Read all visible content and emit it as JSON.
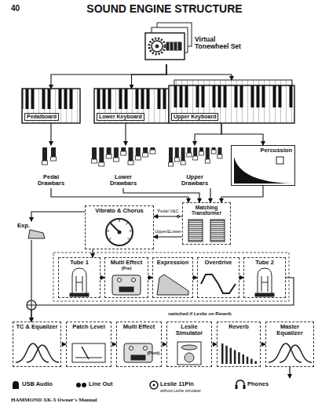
{
  "diagram": {
    "title": "SOUND ENGINE STRUCTURE",
    "nodes": [
      {
        "text": [
          "Virtual Tonewheel Set"
        ]
      },
      {
        "text": [
          "Pedalboard"
        ]
      },
      {
        "text": [
          "Lower Keyboard"
        ]
      },
      {
        "text": [
          "Upper Keyboard"
        ]
      },
      {
        "text": [
          "Pedal Drawbars"
        ]
      },
      {
        "text": [
          "Lower Drawbars"
        ]
      },
      {
        "text": [
          "Upper Drawbars"
        ]
      },
      {
        "text": [
          "Percussion"
        ]
      },
      {
        "text": [
          "Matching Transformer"
        ]
      },
      {
        "text": [
          "Vibrato & Chorus"
        ]
      },
      {
        "text": [
          "Exp."
        ]
      },
      {
        "text": [
          "Tube 1"
        ]
      },
      {
        "text": [
          "Multi Effect",
          "(Pre)"
        ]
      },
      {
        "text": [
          "Expression"
        ]
      },
      {
        "text": [
          "Overdrive"
        ]
      },
      {
        "text": [
          "Tube 2"
        ]
      },
      {
        "text": [
          "TC & Equalizer"
        ]
      },
      {
        "text": [
          "Patch Level"
        ]
      },
      {
        "text": [
          "Multi Effect",
          "(Post)"
        ]
      },
      {
        "text": [
          "Leslie Simulator"
        ]
      },
      {
        "text": [
          "Reverb"
        ]
      },
      {
        "text": [
          "Master Equalizer"
        ]
      }
    ],
    "edges": [
      {
        "from": 0,
        "to": 1,
        "arrow": "to"
      },
      {
        "from": 0,
        "to": 2,
        "arrow": "to"
      },
      {
        "from": 0,
        "to": 3,
        "arrow": "to"
      },
      {
        "from": 1,
        "to": 4,
        "arrow": "to"
      },
      {
        "from": 2,
        "to": 5,
        "arrow": "to"
      },
      {
        "from": 3,
        "to": 6,
        "arrow": "to"
      },
      {
        "from": 3,
        "to": 7,
        "arrow": "to"
      },
      {
        "from": 4,
        "to": 8,
        "arrow": "to"
      },
      {
        "from": 5,
        "to": 8,
        "arrow": "to"
      },
      {
        "from": 6,
        "to": 8,
        "arrow": "to"
      },
      {
        "from": 7,
        "to": 8,
        "arrow": "to"
      },
      {
        "from": 8,
        "to": 9,
        "label": "Pedal V&C",
        "arrow": "to"
      },
      {
        "from": 8,
        "to": 9,
        "label": "Upper&Lower",
        "arrow": "to"
      },
      {
        "from": 9,
        "to": 10,
        "arrow": "to"
      },
      {
        "from": 9,
        "to": 11,
        "arrow": "to"
      },
      {
        "from": 11,
        "to": 12,
        "arrow": "to"
      },
      {
        "from": 12,
        "to": 13,
        "arrow": "to"
      },
      {
        "from": 13,
        "to": 14,
        "arrow": "to"
      },
      {
        "from": 14,
        "to": 15,
        "arrow": "to"
      },
      {
        "from": 10,
        "to": 16,
        "arrow": "to"
      },
      {
        "from": 15,
        "to": 16,
        "arrow": "to"
      },
      {
        "from": 16,
        "to": 17,
        "arrow": "to"
      },
      {
        "from": 17,
        "to": 18,
        "arrow": "to"
      },
      {
        "from": 18,
        "to": 19,
        "arrow": "to"
      },
      {
        "from": 19,
        "to": 20,
        "arrow": "to"
      },
      {
        "from": 20,
        "to": 21,
        "arrow": "to"
      }
    ],
    "labels": [
      "40",
      "switched if Leslie on Reverb",
      "USB Audio",
      "Line Out",
      "Leslie 11Pin",
      "without Leslie simulator",
      "Phones",
      "HAMMOND XK-5 Owner's Manual"
    ]
  }
}
